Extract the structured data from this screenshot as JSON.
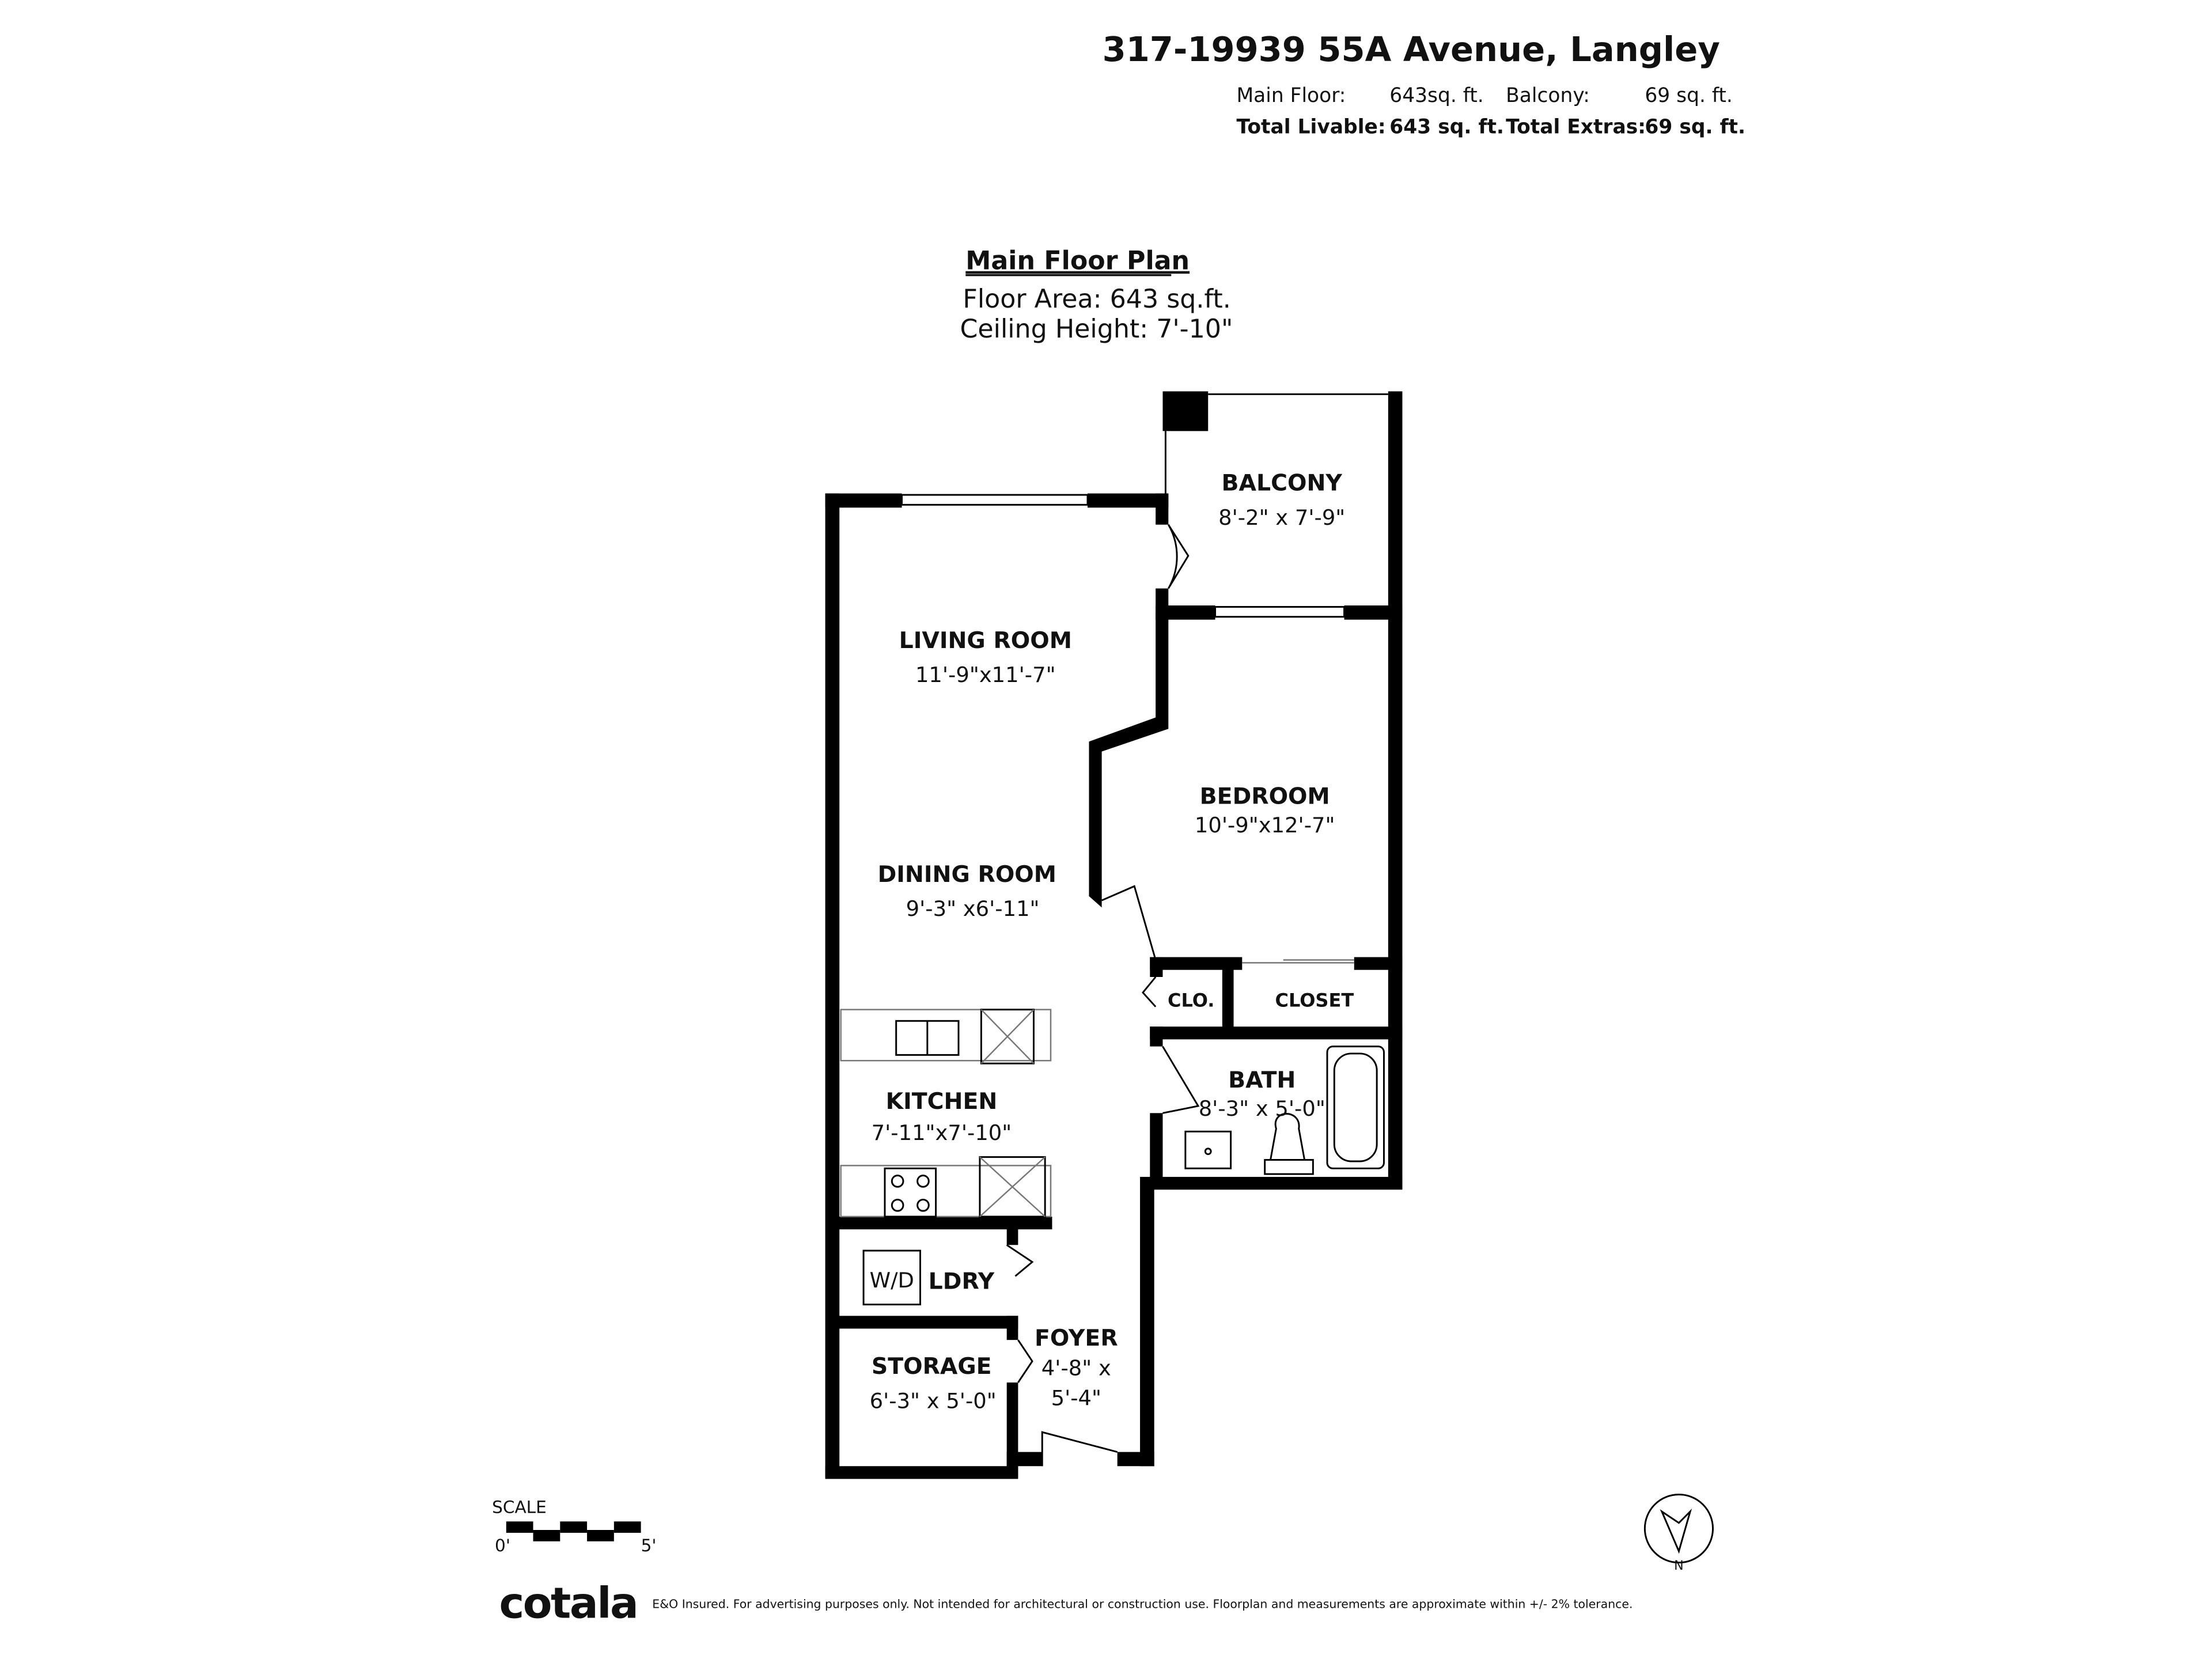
{
  "header": {
    "address": "317-19939 55A Avenue, Langley",
    "main_floor_label": "Main Floor:",
    "main_floor_value": "643sq. ft.",
    "balcony_label": "Balcony:",
    "balcony_value": "69 sq. ft.",
    "total_livable_label": "Total Livable:",
    "total_livable_value": "643 sq. ft.",
    "total_extras_label": "Total Extras:",
    "total_extras_value": "69 sq. ft."
  },
  "plan": {
    "title": "Main Floor Plan",
    "floor_area": "Floor Area: 643 sq.ft.",
    "ceiling_height": "Ceiling Height: 7'-10\""
  },
  "rooms": {
    "balcony": {
      "name": "BALCONY",
      "dims": "8'-2\" x 7'-9\""
    },
    "living": {
      "name": "LIVING ROOM",
      "dims": "11'-9\"x11'-7\""
    },
    "bedroom": {
      "name": "BEDROOM",
      "dims": "10'-9\"x12'-7\""
    },
    "dining": {
      "name": "DINING ROOM",
      "dims": "9'-3\" x6'-11\""
    },
    "clo": {
      "name": "CLO."
    },
    "closet": {
      "name": "CLOSET"
    },
    "bath": {
      "name": "BATH",
      "dims": "8'-3\" x 5'-0\""
    },
    "kitchen": {
      "name": "KITCHEN",
      "dims": "7'-11\"x7'-10\""
    },
    "laundry": {
      "name": "LDRY",
      "appliance": "W/D"
    },
    "foyer": {
      "name": "FOYER",
      "dims1": "4'-8\" x",
      "dims2": "5'-4\""
    },
    "storage": {
      "name": "STORAGE",
      "dims": "6'-3\" x 5'-0\""
    }
  },
  "scale": {
    "label": "SCALE",
    "start": "0'",
    "end": "5'"
  },
  "compass": {
    "label": "N"
  },
  "footer": {
    "logo": "cotala",
    "disclaimer": "E&O Insured. For advertising purposes only. Not intended for architectural or construction use. Floorplan and measurements are approximate within +/- 2% tolerance."
  }
}
